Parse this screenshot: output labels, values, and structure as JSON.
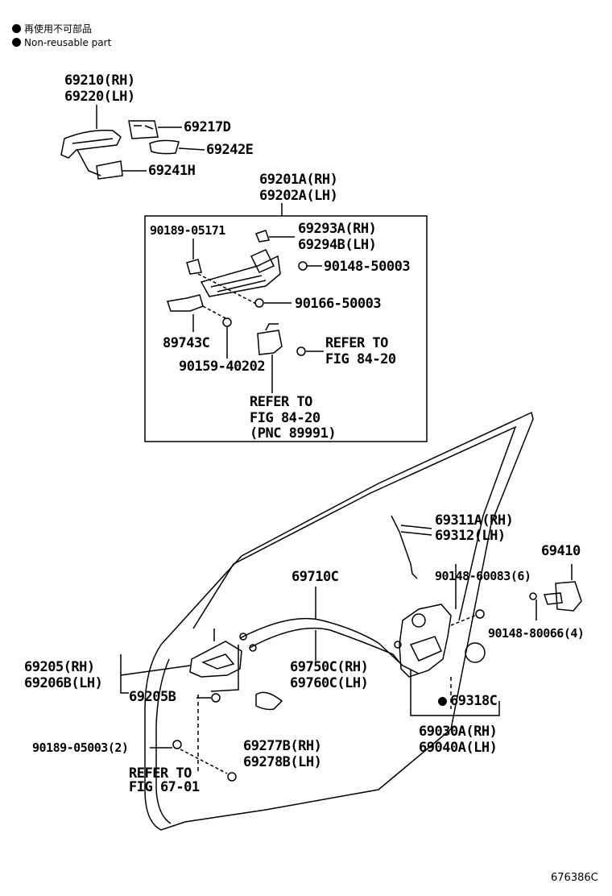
{
  "legend": {
    "jp": "再使用不可部品",
    "en": "Non-reusable part"
  },
  "labels": {
    "handle_rh": "69210(RH)",
    "handle_lh": "69220(LH)",
    "p69217D": "69217D",
    "p69242E": "69242E",
    "p69241H": "69241H",
    "frame_rh": "69201A(RH)",
    "frame_lh": "69202A(LH)",
    "p90189_05171": "90189-05171",
    "p69293A": "69293A(RH)",
    "p69294B": "69294B(LH)",
    "p90148_50003": "90148-50003",
    "p90166_50003": "90166-50003",
    "p89743C": "89743C",
    "p90159_40202": "90159-40202",
    "refer1_a": "REFER TO",
    "refer1_b": "FIG 84-20",
    "refer2_a": "REFER TO",
    "refer2_b": "FIG 84-20",
    "refer2_c": "(PNC 89991)",
    "p69311A": "69311A(RH)",
    "p69312": "69312(LH)",
    "p69410": "69410",
    "p69710C": "69710C",
    "p90148_60083": "90148-60083(6)",
    "p90148_80066": "90148-80066(4)",
    "p69205_rh": "69205(RH)",
    "p69206B": "69206B(LH)",
    "p69205B": "69205B",
    "p69750C": "69750C(RH)",
    "p69760C": "69760C(LH)",
    "p69318C": "69318C",
    "p90189_05003": "90189-05003(2)",
    "p69277B": "69277B(RH)",
    "p69278B": "69278B(LH)",
    "p69030A": "69030A(RH)",
    "p69040A": "69040A(LH)",
    "refer3_a": "REFER TO",
    "refer3_b": "FIG 67-01",
    "fig_id": "676386C"
  }
}
